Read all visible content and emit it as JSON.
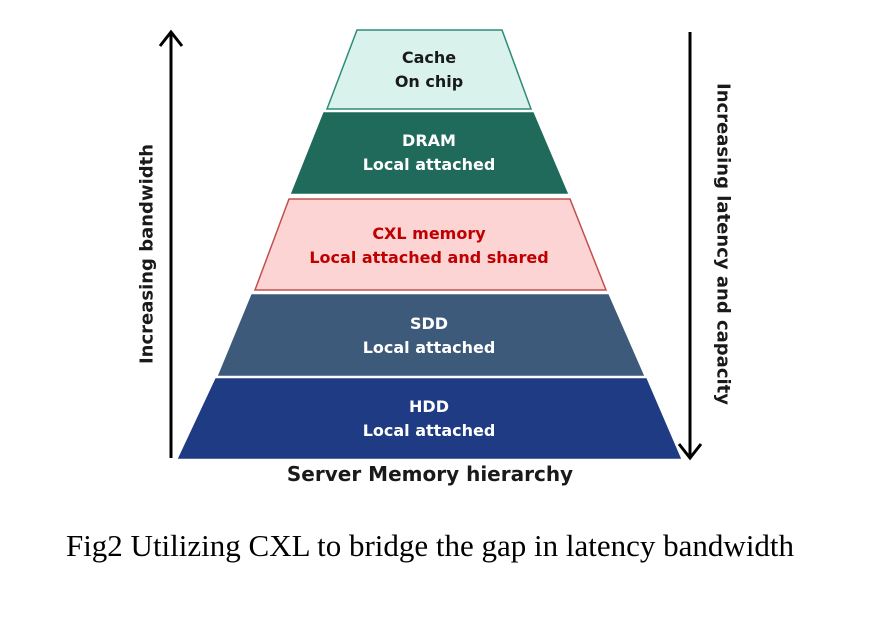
{
  "diagram": {
    "tiers": [
      {
        "name": "Cache",
        "detail": "On chip",
        "fill": "#d9f2ec",
        "stroke": "#2e8b7a",
        "text_color": "#1a1a1a"
      },
      {
        "name": "DRAM",
        "detail": "Local attached",
        "fill": "#1f6a5b",
        "stroke": "#1f6a5b",
        "text_color": "#ffffff"
      },
      {
        "name": "CXL memory",
        "detail": "Local attached and shared",
        "fill": "#fcd4d4",
        "stroke": "#c0504d",
        "text_color": "#c00000"
      },
      {
        "name": "SDD",
        "detail": "Local attached",
        "fill": "#3d5a7a",
        "stroke": "#3d5a7a",
        "text_color": "#ffffff"
      },
      {
        "name": "HDD",
        "detail": "Local attached",
        "fill": "#1f3b84",
        "stroke": "#1f3b84",
        "text_color": "#ffffff"
      }
    ],
    "left_axis_label": "Increasing bandwidth",
    "right_axis_label": "Increasing latency and capacity",
    "title": "Server Memory hierarchy",
    "arrow_color": "#000000"
  },
  "caption": "Fig2 Utilizing CXL to bridge the gap in latency bandwidth"
}
